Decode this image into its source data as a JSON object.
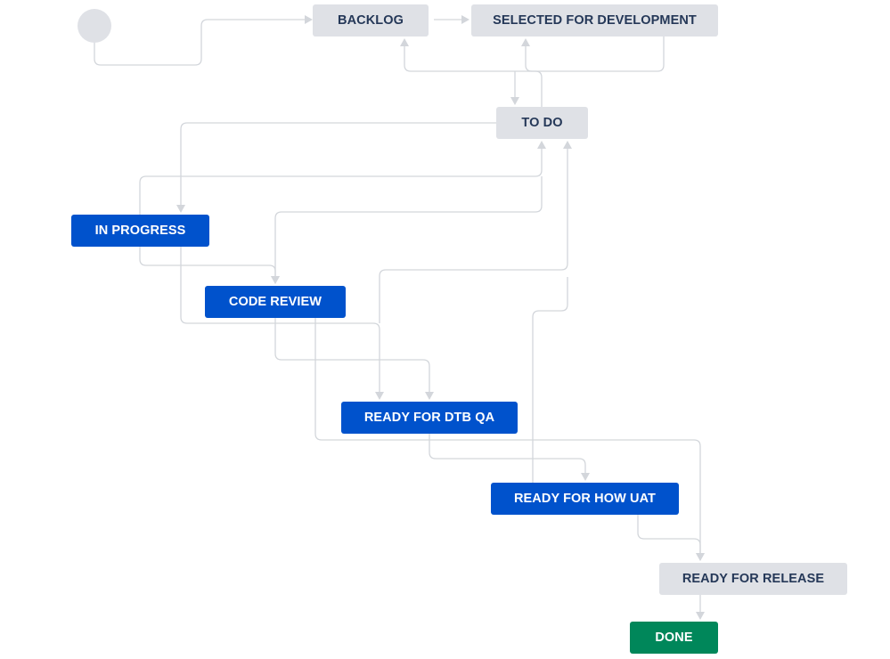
{
  "colors": {
    "todo_bg": "#dfe1e6",
    "todo_text": "#253858",
    "in_progress_bg": "#0052cc",
    "done_bg": "#00875a",
    "start_node": "#dfe1e6",
    "connector": "#d3d6db"
  },
  "statuses": {
    "backlog": "BACKLOG",
    "selected": "SELECTED FOR DEVELOPMENT",
    "todo": "TO DO",
    "in_progress": "IN PROGRESS",
    "code_review": "CODE REVIEW",
    "ready_dtb_qa": "READY FOR DTB QA",
    "ready_how_uat": "READY FOR HOW UAT",
    "ready_release": "READY FOR RELEASE",
    "done": "DONE"
  }
}
